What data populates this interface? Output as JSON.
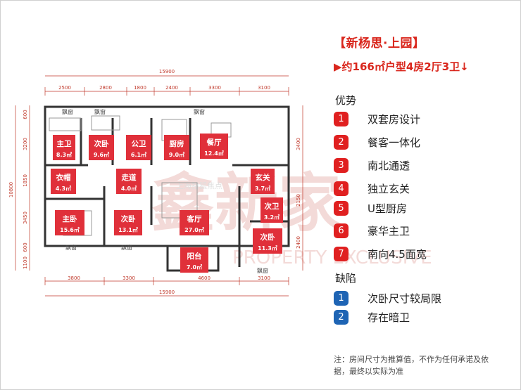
{
  "title": "【新杨思·上园】",
  "subtitle": "▶约166㎡户型4房2厅3卫↓",
  "advantages_heading": "优势",
  "advantages": [
    {
      "n": "1",
      "text": "双套房设计"
    },
    {
      "n": "2",
      "text": "餐客一体化"
    },
    {
      "n": "3",
      "text": "南北通透"
    },
    {
      "n": "4",
      "text": "独立玄关"
    },
    {
      "n": "5",
      "text": "U型厨房"
    },
    {
      "n": "6",
      "text": "豪华主卫"
    },
    {
      "n": "7",
      "text": "南向4.5面宽"
    }
  ],
  "defects_heading": "缺陷",
  "defects": [
    {
      "n": "1",
      "text": "次卧尺寸较局限"
    },
    {
      "n": "2",
      "text": "存在暗卫"
    }
  ],
  "note": "注：房间尺寸为推算值，不作为任何承诺及依据，最终以实际为准",
  "plan": {
    "total_top": "15900",
    "total_bottom": "15900",
    "total_left": "10800",
    "top_dims": [
      "2500",
      "2800",
      "1800",
      "2400",
      "3300",
      "3100"
    ],
    "bottom_dims": [
      "3800",
      "3300",
      "4600",
      "3100"
    ],
    "left_dims": [
      "600",
      "3200",
      "1850",
      "3450",
      "600",
      "1100"
    ],
    "right_dims": [
      "3400",
      "2150",
      "2400"
    ],
    "windows": [
      "飘窗",
      "飘窗",
      "飘窗",
      "飘窗",
      "飘窗",
      "飘窗"
    ],
    "rooms": [
      {
        "name": "主卫",
        "area": "8.3㎡"
      },
      {
        "name": "次卧",
        "area": "9.6㎡"
      },
      {
        "name": "公卫",
        "area": "6.1㎡"
      },
      {
        "name": "厨房",
        "area": "9.0㎡"
      },
      {
        "name": "餐厅",
        "area": "12.4㎡"
      },
      {
        "name": "衣帽",
        "area": "4.3㎡"
      },
      {
        "name": "走道",
        "area": "4.0㎡"
      },
      {
        "name": "玄关",
        "area": "3.7㎡"
      },
      {
        "name": "次卫",
        "area": "3.2㎡"
      },
      {
        "name": "主卧",
        "area": "15.6㎡"
      },
      {
        "name": "次卧",
        "area": "13.1㎡"
      },
      {
        "name": "客厅",
        "area": "27.0㎡"
      },
      {
        "name": "次卧",
        "area": "11.3㎡"
      },
      {
        "name": "阳台",
        "area": "7.0㎡"
      }
    ],
    "watermark_cn": "鑫新家",
    "watermark_en": "PROPERTY EXCLUSIVE",
    "watermark_small": "上海搜狐焦点"
  },
  "colors": {
    "accent": "#d9261c",
    "label_bg": "#e0303a",
    "blue": "#1e64b4"
  }
}
